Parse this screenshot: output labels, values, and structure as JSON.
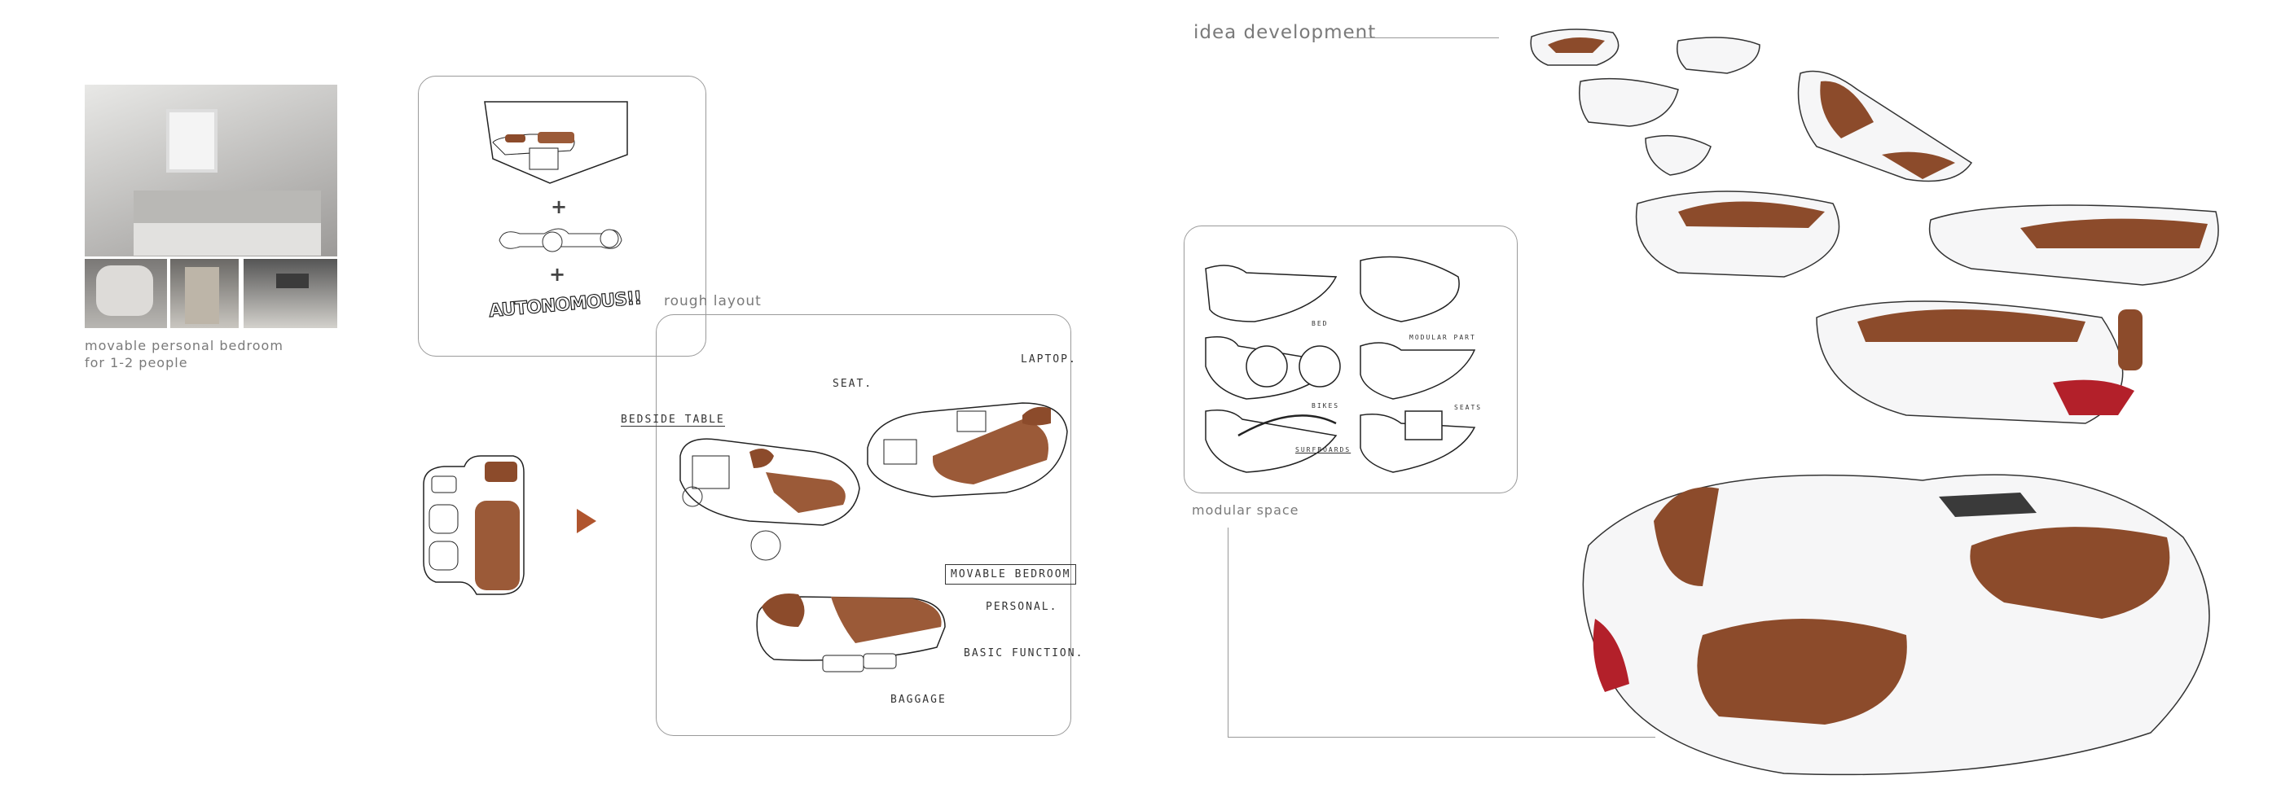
{
  "left_panel": {
    "caption_line1": "movable personal bedroom",
    "caption_line2": "for 1-2 people",
    "photos": [
      "bedroom-photo",
      "capsule-photo",
      "sleepbox-photo",
      "train-cabin-photo"
    ]
  },
  "concept_box": {
    "autonomous_text": "AUTONOMOUS!!"
  },
  "rough_layout": {
    "label": "rough layout",
    "annotations": {
      "bedside_table": "BEDSIDE TABLE",
      "seat": "SEAT.",
      "laptop": "LAPTOP.",
      "movable_bedroom": "MOVABLE BEDROOM",
      "personal": "PERSONAL.",
      "basic_function": "BASIC FUNCTION.",
      "baggage": "BAGGAGE"
    }
  },
  "idea_development": {
    "label": "idea development"
  },
  "modular_space": {
    "label": "modular space",
    "annotations": {
      "bed": "BED",
      "modular_part": "MODULAR PART",
      "bikes": "BIKES",
      "seats": "SEATS",
      "surfboards": "SURFBOARDS"
    }
  },
  "colors": {
    "accent_brown": "#8c4b2b",
    "arrow": "#b0552e",
    "text_gray": "#7a7a7a",
    "frame_gray": "#9a9a9a",
    "tail_light_red": "#b3202a"
  }
}
